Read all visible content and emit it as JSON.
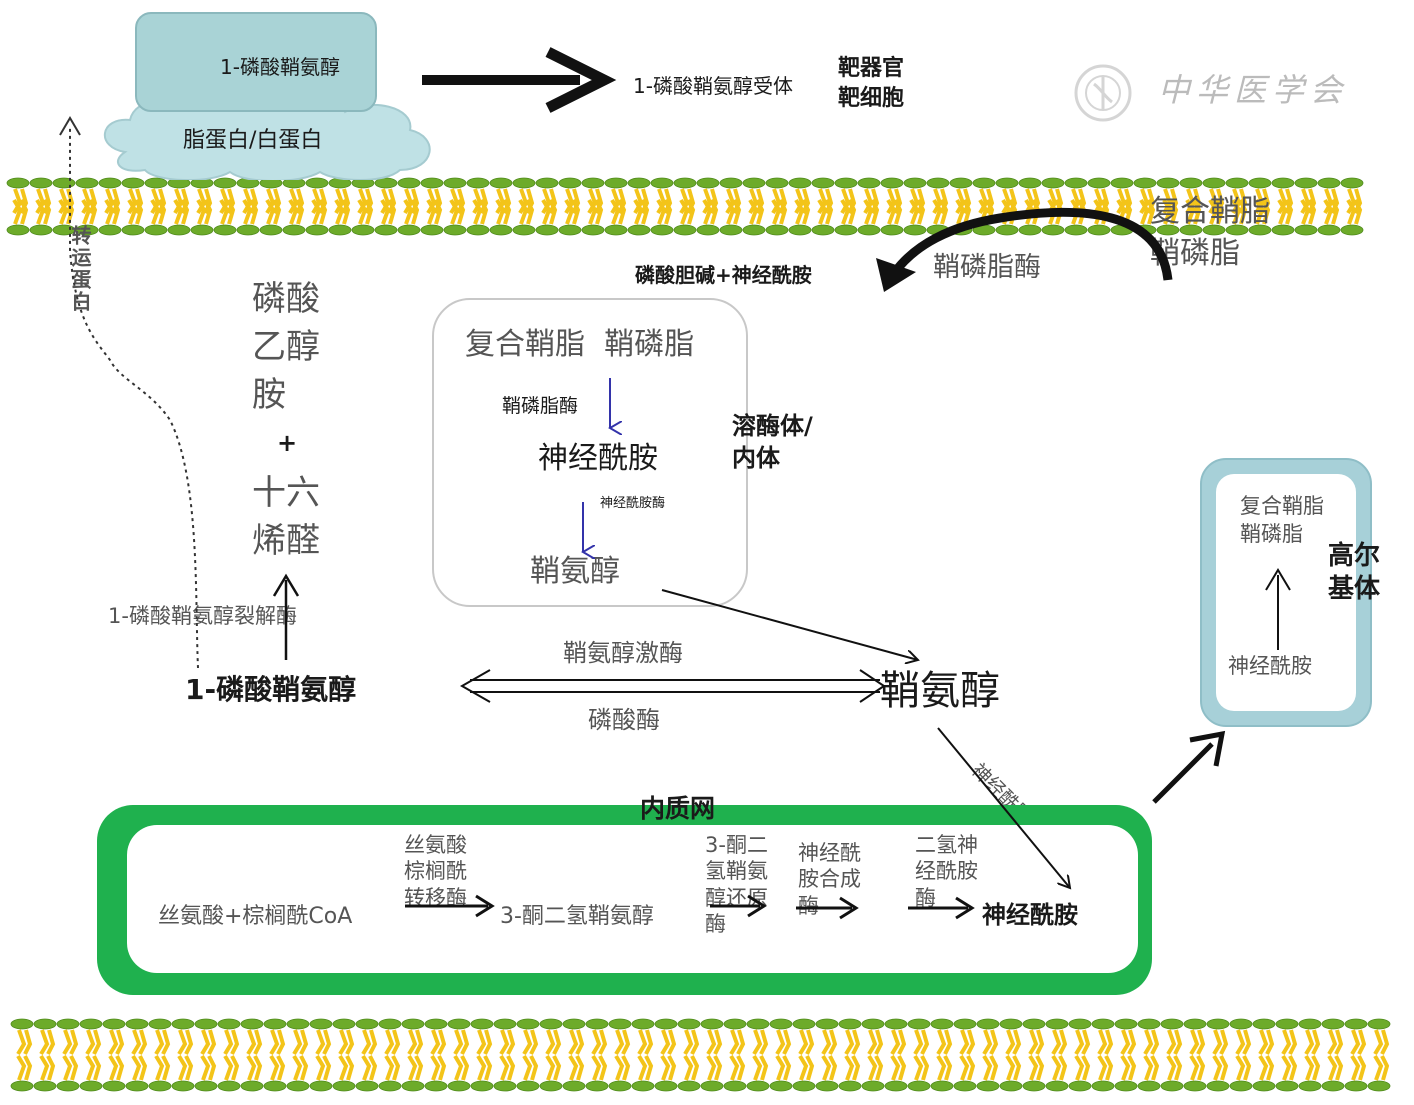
{
  "colors": {
    "membrane_head": "#6dab2a",
    "membrane_tail": "#f3c419",
    "er_green": "#1fb14e",
    "golgi_blue": "#a7d0d8",
    "enzyme_arrow_blue": "#3333aa"
  },
  "top": {
    "lipid_box": "1-磷酸鞘氨醇",
    "cloud": "脂蛋白/白蛋白",
    "receptor": "1-磷酸鞘氨醇受体",
    "target_organ": "靶器官",
    "target_cell": "靶细胞",
    "watermark": "中华医学会"
  },
  "membrane": {
    "complex_sphingolipid": "复合鞘脂",
    "sphingomyelin": "鞘磷脂",
    "sphingomyelinase": "鞘磷脂酶",
    "product": "磷酸胆碱+神经酰胺"
  },
  "left": {
    "transporter": "转运蛋白",
    "products": [
      "磷酸",
      "乙醇",
      "胺",
      "+",
      "十六",
      "烯醛"
    ],
    "lyase": "1-磷酸鞘氨醇裂解酶",
    "s1p": "1-磷酸鞘氨醇"
  },
  "lysosome": {
    "top_text": "复合鞘脂  鞘磷脂",
    "enzyme1": "鞘磷脂酶",
    "ceramide": "神经酰胺",
    "enzyme2": "神经酰胺酶",
    "sphingosine": "鞘氨醇",
    "label": "溶酶体/\n内体"
  },
  "center": {
    "kinase": "鞘氨醇激酶",
    "phosphatase": "磷酸酶",
    "sphingosine": "鞘氨醇",
    "synthase": "神经酰胺合酶"
  },
  "golgi": {
    "complex": "复合鞘脂",
    "sm": "鞘磷脂",
    "ceramide": "神经酰胺",
    "label": "高尔\n基体"
  },
  "er": {
    "title": "内质网",
    "substrate": "丝氨酸+棕榈酰CoA",
    "enzyme1": "丝氨酸\n棕榈酰\n转移酶",
    "intermediate": "3-酮二氢鞘氨醇",
    "enzyme2": "3-酮二\n氢鞘氨\n醇还原\n酶",
    "enzyme3": "神经酰\n胺合成\n酶",
    "enzyme4": "二氢神\n经酰胺\n酶",
    "product": "神经酰胺"
  }
}
